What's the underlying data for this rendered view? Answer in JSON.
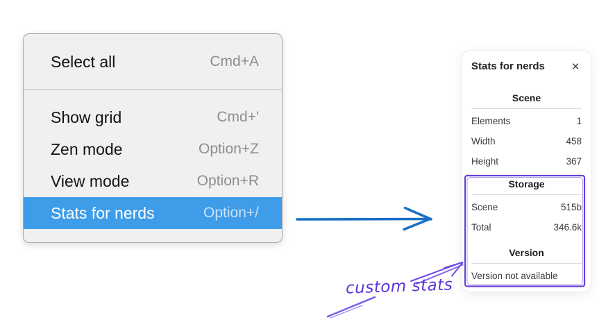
{
  "menu": {
    "sections": [
      {
        "items": [
          {
            "label": "Select all",
            "shortcut": "Cmd+A",
            "highlighted": false
          }
        ]
      },
      {
        "items": [
          {
            "label": "Show grid",
            "shortcut": "Cmd+'",
            "highlighted": false
          },
          {
            "label": "Zen mode",
            "shortcut": "Option+Z",
            "highlighted": false
          },
          {
            "label": "View mode",
            "shortcut": "Option+R",
            "highlighted": false
          },
          {
            "label": "Stats for nerds",
            "shortcut": "Option+/",
            "highlighted": true
          }
        ]
      }
    ]
  },
  "panel": {
    "title": "Stats for nerds",
    "close_icon": "✕",
    "sections": [
      {
        "heading": "Scene",
        "rows": [
          [
            "Elements",
            "1"
          ],
          [
            "Width",
            "458"
          ],
          [
            "Height",
            "367"
          ]
        ]
      },
      {
        "heading": "Storage",
        "rows": [
          [
            "Scene",
            "515b"
          ],
          [
            "Total",
            "346.6k"
          ]
        ]
      },
      {
        "heading": "Version",
        "rows": [],
        "note": "Version not available"
      }
    ]
  },
  "annotation": {
    "label": "custom stats"
  },
  "colors": {
    "menu_highlight": "#3f9ce9",
    "arrow_blue": "#1a70c5",
    "annotation_purple": "#6741d9"
  }
}
